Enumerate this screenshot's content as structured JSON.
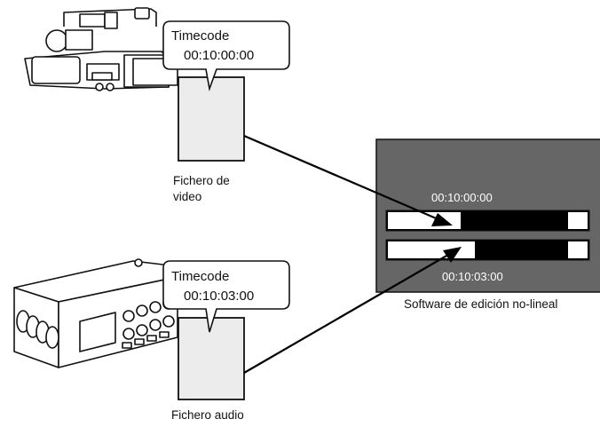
{
  "video": {
    "bubble_title": "Timecode",
    "bubble_time": "00:10:00:00",
    "caption_line1": "Fichero de",
    "caption_line2": "video"
  },
  "audio": {
    "bubble_title": "Timecode",
    "bubble_time": "00:10:03:00",
    "caption": "Fichero audio"
  },
  "editor": {
    "top_time": "00:10:00:00",
    "bottom_time": "00:10:03:00",
    "caption": "Software de edición no-lineal",
    "panel_color": "#666666",
    "track_color": "#000000",
    "clip_color": "#ffffff"
  },
  "file_fill": "#ececec"
}
